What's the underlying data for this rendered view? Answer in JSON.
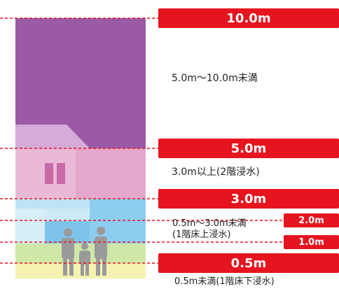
{
  "depth_markers": [
    {
      "label": "10.0m",
      "depth_m": 10.0
    },
    {
      "label": "5.0m",
      "depth_m": 5.0
    },
    {
      "label": "3.0m",
      "depth_m": 3.0
    },
    {
      "label": "2.0m",
      "depth_m": 2.0
    },
    {
      "label": "1.0m",
      "depth_m": 1.0
    },
    {
      "label": "0.5m",
      "depth_m": 0.5
    }
  ],
  "ranges": {
    "above_5m": "5.0m〜10.0m未満",
    "from_3m": "3.0m以上(2階浸水)",
    "from_0_5m_line1": "0.5m〜3.0m未満",
    "from_0_5m_line2": "(1階床上浸水)",
    "below_0_5m": "0.5m未満(1階床下浸水)"
  },
  "colors": {
    "badge": "#e6141e",
    "dashed_line": "#e6141e",
    "band_above_5m": "#9b5aa6",
    "band_3_to_5m": "#f4c8df",
    "band_0_5_to_3m": "#cdeaf7",
    "band_below_0_5m": "#f3f0a0"
  }
}
